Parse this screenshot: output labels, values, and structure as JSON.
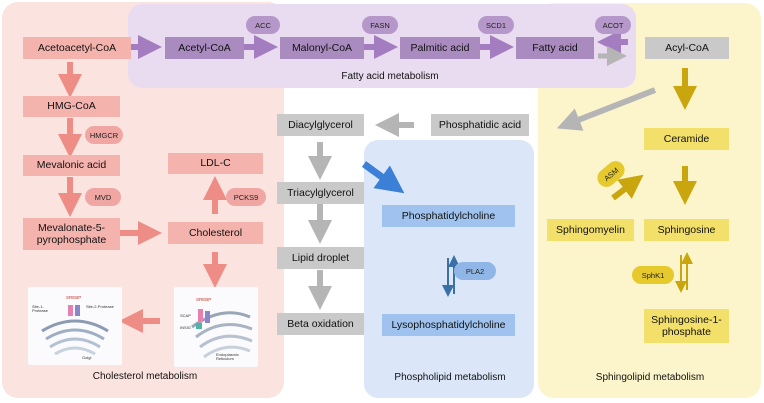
{
  "colors": {
    "chol_bg": "#fbe3df",
    "fatty_bg": "#e9dcf0",
    "phospho_bg": "#dbe7f8",
    "sphingo_bg": "#fcf5cc",
    "chol_node": "#f5b3ae",
    "fatty_node": "#a98bc0",
    "neutral_node": "#c9c9c9",
    "phospho_node": "#9fc3ee",
    "sphingo_node": "#f3e06a",
    "chol_arrow": "#ee8c86",
    "fatty_arrow": "#a47cc0",
    "gray_arrow": "#b5b5b5",
    "blue_arrow": "#3b7fd6",
    "sphingo_arrow": "#c9a60e"
  },
  "panels": {
    "cholesterol": "Cholesterol metabolism",
    "fatty_acid": "Fatty acid metabolism",
    "phospholipid": "Phospholipid metabolism",
    "sphingolipid": "Sphingolipid  metabolism"
  },
  "nodes": {
    "acetoacetyl_coa": "Acetoacetyl-CoA",
    "hmg_coa": "HMG-CoA",
    "mevalonic_acid": "Mevalonic acid",
    "mevalonate_5pp": "Mevalonate-5-pyrophosphate",
    "cholesterol": "Cholesterol",
    "ldl_c": "LDL-C",
    "acetyl_coa": "Acetyl-CoA",
    "malonyl_coa": "Malonyl-CoA",
    "palmitic_acid": "Palmitic acid",
    "fatty_acid": "Fatty acid",
    "acyl_coa": "Acyl-CoA",
    "phosphatidic_acid": "Phosphatidic acid",
    "diacylglycerol": "Diacylglycerol",
    "triacylglycerol": "Triacylglycerol",
    "lipid_droplet": "Lipid droplet",
    "beta_oxidation": "Beta oxidation",
    "phosphatidylcholine": "Phosphatidylcholine",
    "lysophosphatidylcholine": "Lysophosphatidylcholine",
    "ceramide": "Ceramide",
    "sphingomyelin": "Sphingomyelin",
    "sphingosine": "Sphingosine",
    "sphingosine_1_phosphate": "Sphingosine-1-phosphate"
  },
  "enzymes": {
    "hmgcr": "HMGCR",
    "mvd": "MVD",
    "pcsk9": "PCKS9",
    "acc": "ACC",
    "fasn": "FASN",
    "scd1": "SCD1",
    "acot": "ACOT",
    "pla2": "PLA2",
    "asm": "ASM",
    "sphk1": "SphK1"
  },
  "illustrations": {
    "golgi": {
      "srebp": "SREBP",
      "site1": "Site-1-Protease",
      "site2": "Site-2-Protease",
      "golgi": "Golgi"
    },
    "er": {
      "srebp": "SREBP",
      "scap": "SCAP",
      "insig": "INSIG",
      "er": "Endoplasmic Reticulum"
    }
  }
}
